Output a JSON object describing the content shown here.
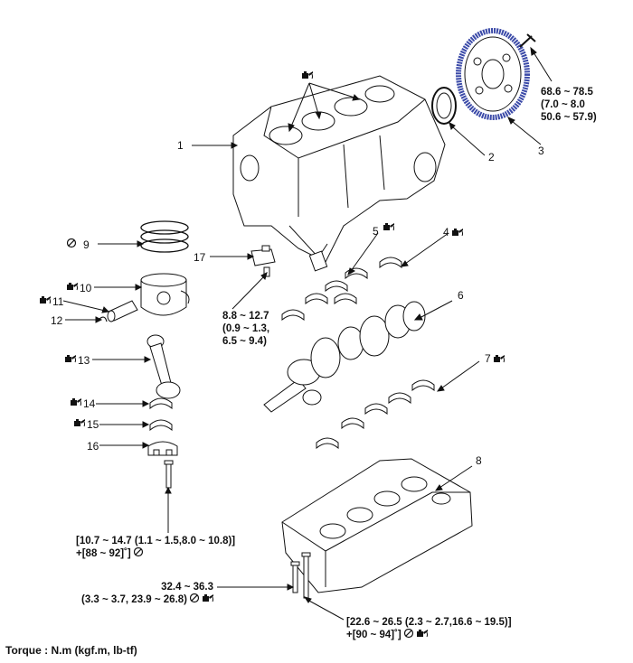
{
  "callouts": {
    "c1": "1",
    "c2": "2",
    "c3": "3",
    "c4": "4",
    "c5": "5",
    "c6": "6",
    "c7": "7",
    "c8": "8",
    "c9": "9",
    "c10": "10",
    "c11": "11",
    "c12": "12",
    "c13": "13",
    "c14": "14",
    "c15": "15",
    "c16": "16",
    "c17": "17"
  },
  "torque_specs": {
    "flywheel": [
      "68.6 ~ 78.5",
      "(7.0 ~ 8.0",
      "50.6 ~ 57.9)"
    ],
    "oil_jet": [
      "8.8 ~ 12.7",
      "(0.9 ~ 1.3,",
      "6.5 ~ 9.4)"
    ],
    "conrod": [
      "[10.7 ~ 14.7 (1.1 ~ 1.5,8.0 ~ 10.8)]",
      "+[88 ~ 92]˚]"
    ],
    "ladder_small": [
      "32.4 ~ 36.3",
      "(3.3 ~ 3.7, 23.9 ~ 26.8)"
    ],
    "ladder_main": [
      "[22.6 ~ 26.5 (2.3 ~ 2.7,16.6 ~ 19.5)]",
      "+[90 ~ 94]˚]"
    ]
  },
  "legend": "Torque : N.m (kgf.m, lb-tf)",
  "icons": {
    "oil": "oil-can-icon",
    "replace": "do-not-reuse-icon"
  },
  "colors": {
    "ink": "#111111",
    "flywheel_ring": "#3b4aa8"
  }
}
